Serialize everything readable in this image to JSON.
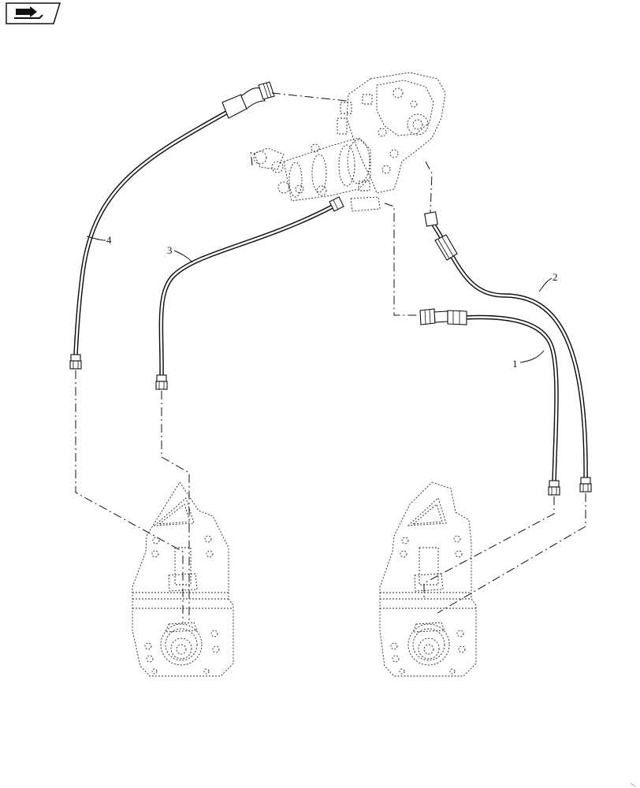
{
  "nav_icon": {
    "name": "page-navigation-icon"
  },
  "callouts": [
    {
      "id": "hose-1",
      "text": "1"
    },
    {
      "id": "hose-2",
      "text": "2"
    },
    {
      "id": "hose-3",
      "text": "3"
    },
    {
      "id": "hose-4",
      "text": "4"
    }
  ],
  "components": {
    "pump": "hydraulic-pump-assembly",
    "left_motor": "left-motor-bracket-assembly",
    "right_motor": "right-motor-bracket-assembly"
  }
}
